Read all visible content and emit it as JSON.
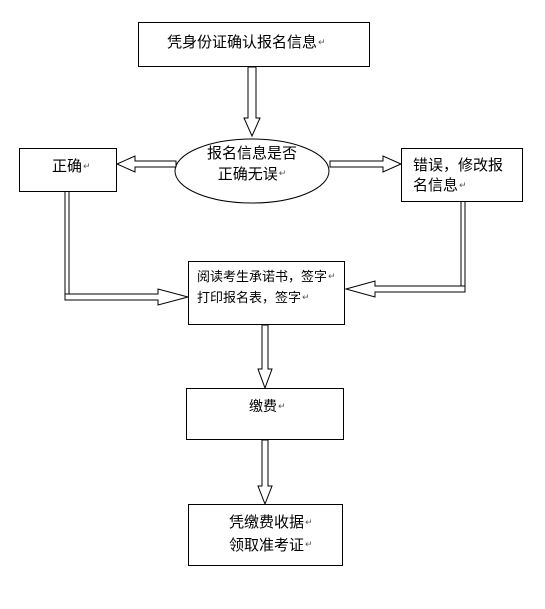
{
  "nodes": {
    "start": "凭身份证确认报名信息",
    "decision_line1": "报名信息是否",
    "decision_line2": "正确无误",
    "correct": "正确",
    "error_line1": "错误，修改报",
    "error_line2": "名信息",
    "read_line1": "阅读考生承诺书，签字",
    "read_line2": "打印报名表，签字",
    "pay": "缴费",
    "final_line1": "凭缴费收据",
    "final_line2": "领取准考证"
  },
  "return_mark": "↵"
}
